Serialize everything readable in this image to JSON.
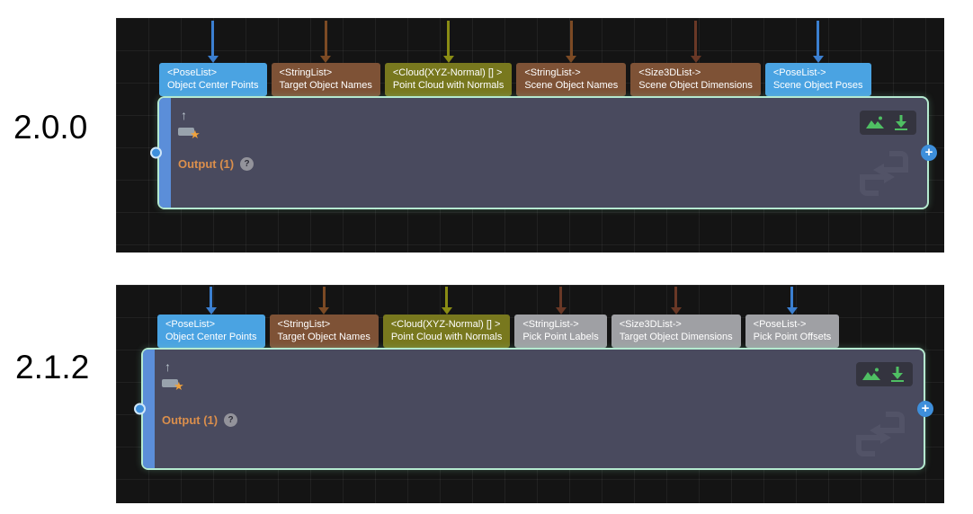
{
  "colors": {
    "tab_blue": "#4aa3e2",
    "tab_brown": "#7e5236",
    "tab_olive": "#78781e",
    "tab_gray": "#9fa0a4",
    "arrow_blue": "#3b7fd0",
    "arrow_brown": "#7c4a24",
    "arrow_olive": "#8a8c14",
    "arrow_dark_brown": "#693826",
    "node_body": "#494a5e",
    "node_border": "#b5ead0",
    "node_left_bar": "#5b8ed9",
    "connector_blue": "#3e8fdb",
    "title_orange": "#db8f4c",
    "icon_green": "#4fbf63"
  },
  "icons": {
    "star": "★",
    "up_arrow": "↑",
    "plus": "+",
    "help": "?"
  },
  "panels": [
    {
      "version": "2.0.0",
      "node": {
        "title": "Output (1)"
      },
      "ports": [
        {
          "type": "<PoseList>",
          "name": "Object Center Points",
          "tab_color": "#4aa3e2",
          "arrow_color": "#3b7fd0"
        },
        {
          "type": "<StringList>",
          "name": "Target Object Names",
          "tab_color": "#7e5236",
          "arrow_color": "#7c4a24"
        },
        {
          "type": "<Cloud(XYZ-Normal) [] >",
          "name": "Point Cloud with Normals",
          "tab_color": "#78781e",
          "arrow_color": "#8a8c14"
        },
        {
          "type": "<StringList->",
          "name": "Scene Object Names",
          "tab_color": "#7e5236",
          "arrow_color": "#7c4a24"
        },
        {
          "type": "<Size3DList->",
          "name": "Scene Object Dimensions",
          "tab_color": "#7e5236",
          "arrow_color": "#693826"
        },
        {
          "type": "<PoseList->",
          "name": "Scene Object Poses",
          "tab_color": "#4aa3e2",
          "arrow_color": "#3b7fd0"
        }
      ]
    },
    {
      "version": "2.1.2",
      "node": {
        "title": "Output (1)"
      },
      "ports": [
        {
          "type": "<PoseList>",
          "name": "Object Center Points",
          "tab_color": "#4aa3e2",
          "arrow_color": "#3b7fd0"
        },
        {
          "type": "<StringList>",
          "name": "Target Object Names",
          "tab_color": "#7e5236",
          "arrow_color": "#7c4a24"
        },
        {
          "type": "<Cloud(XYZ-Normal) [] >",
          "name": "Point Cloud with Normals",
          "tab_color": "#78781e",
          "arrow_color": "#8a8c14"
        },
        {
          "type": "<StringList->",
          "name": "Pick Point Labels",
          "tab_color": "#9fa0a4",
          "arrow_color": "#693826"
        },
        {
          "type": "<Size3DList->",
          "name": "Target Object Dimensions",
          "tab_color": "#9fa0a4",
          "arrow_color": "#693826"
        },
        {
          "type": "<PoseList->",
          "name": "Pick Point Offsets",
          "tab_color": "#9fa0a4",
          "arrow_color": "#3b7fd0"
        }
      ]
    }
  ]
}
